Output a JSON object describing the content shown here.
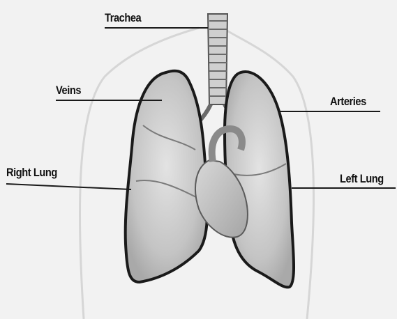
{
  "labels": {
    "trachea": "Trachea",
    "veins": "Veins",
    "arteries": "Arteries",
    "right_lung": "Right Lung",
    "left_lung": "Left Lung"
  },
  "colors": {
    "background": "#f2f2f2",
    "lung_fill": "#c9c9c9",
    "outline": "#1a1a1a",
    "body_outline": "#d6d6d6"
  }
}
